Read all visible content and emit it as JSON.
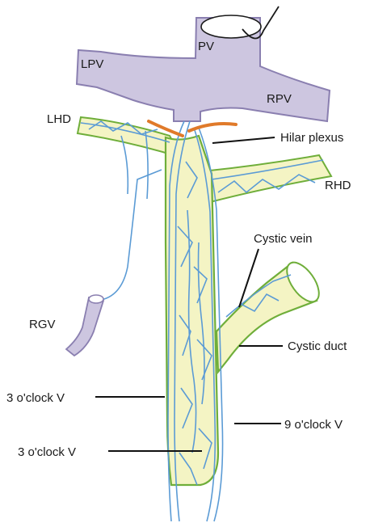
{
  "labels": {
    "pv": "PV",
    "lpv": "LPV",
    "rpv": "RPV",
    "lhd": "LHD",
    "rhd": "RHD",
    "hilar_plexus": "Hilar plexus",
    "cystic_vein": "Cystic vein",
    "rgv": "RGV",
    "cystic_duct": "Cystic duct",
    "three_oclock_upper": "3 o'clock V",
    "three_oclock_lower": "3 o'clock V",
    "nine_oclock": "9 o'clock V"
  },
  "colors": {
    "portal_vein_fill": "#cdc6e0",
    "portal_vein_stroke": "#8a7fb0",
    "duct_fill": "#f4f4c4",
    "duct_stroke": "#6fae3a",
    "vessel": "#5b9bd5",
    "ligature": "#e07a2a",
    "leader": "#111111"
  }
}
